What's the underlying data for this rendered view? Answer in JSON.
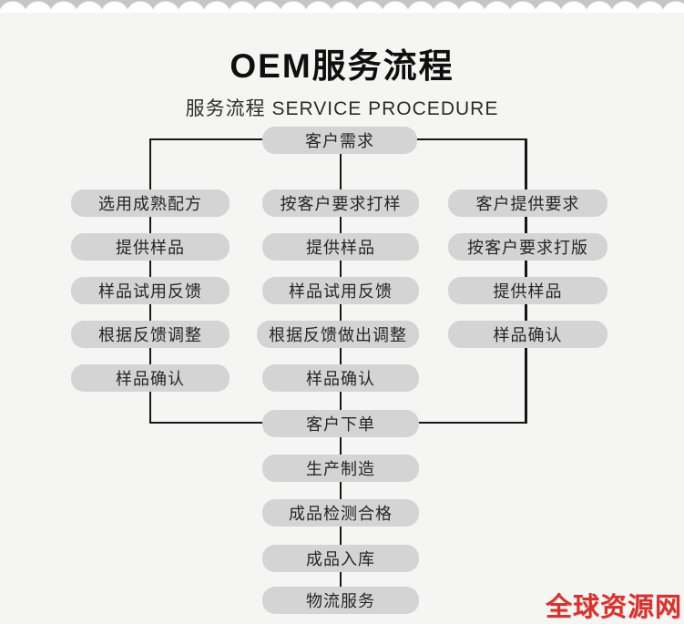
{
  "header": {
    "title": "OEM服务流程",
    "subtitle": "服务流程 SERVICE PROCEDURE"
  },
  "flow": {
    "start": {
      "label": "客户需求"
    },
    "columns": [
      {
        "steps": [
          "选用成熟配方",
          "提供样品",
          "样品试用反馈",
          "根据反馈调整",
          "样品确认"
        ]
      },
      {
        "steps": [
          "按客户要求打样",
          "提供样品",
          "样品试用反馈",
          "根据反馈做出调整",
          "样品确认"
        ]
      },
      {
        "steps": [
          "客户提供要求",
          "按客户要求打版",
          "提供样品",
          "样品确认"
        ]
      }
    ],
    "end_chain": [
      "客户下单",
      "生产制造",
      "成品检测合格",
      "成品入库",
      "物流服务"
    ]
  },
  "footer": {
    "watermark": "全球资源网"
  },
  "colors": {
    "page_bg": "#f5f5f4",
    "node_bg": "#d4d4d4",
    "line": "#161616",
    "torn_edge_gray": "#c5c5c5",
    "watermark_red": "#d8332e"
  }
}
